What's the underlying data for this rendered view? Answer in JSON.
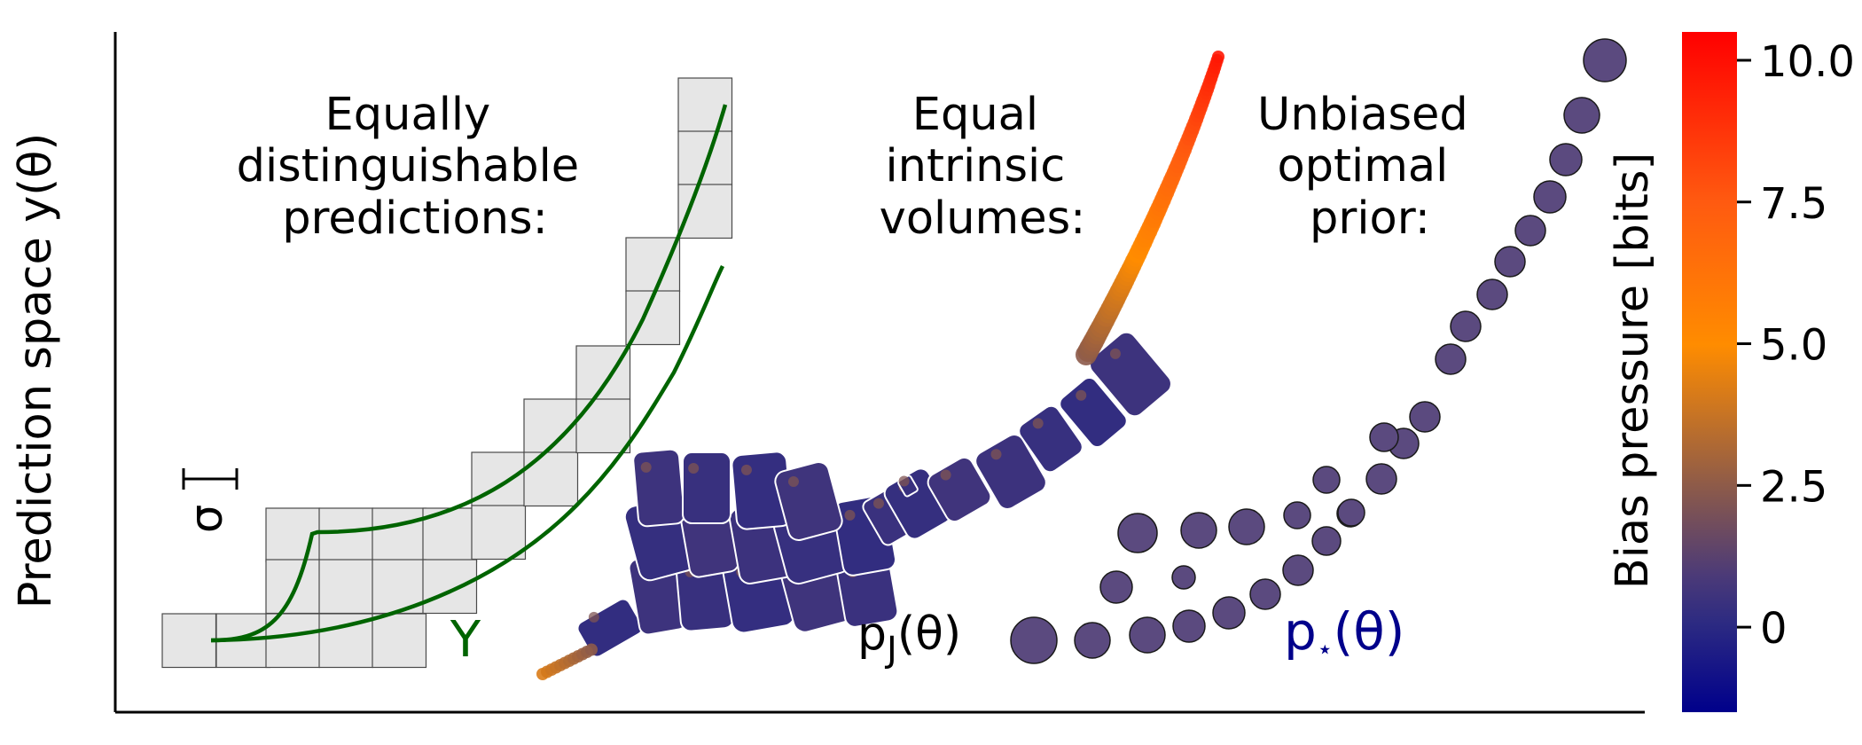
{
  "axes": {
    "ylabel": "Prediction space y(θ)"
  },
  "panels": {
    "left": {
      "title_lines": [
        "Equally",
        "distinguishable",
        "predictions:"
      ],
      "sigma_label": "σ",
      "curve_label": "Y",
      "curve_color": "#006400",
      "cell_fill": "#e6e6e6"
    },
    "middle": {
      "title_lines": [
        "Equal",
        "intrinsic",
        "volumes:"
      ],
      "density_label_main": "p",
      "density_label_sub": "J",
      "density_label_arg": "(θ)"
    },
    "right": {
      "title_lines": [
        "Unbiased",
        "optimal",
        "prior:"
      ],
      "density_label_main": "p",
      "density_label_sub": "⋆",
      "density_label_arg": "(θ)",
      "label_color": "#00008b",
      "dot_color": "#5b4a7f"
    }
  },
  "colorbar": {
    "label": "Bias pressure [bits]",
    "ticks": [
      "10.0",
      "7.5",
      "5.0",
      "2.5",
      "0"
    ],
    "tick_values": [
      10.0,
      7.5,
      5.0,
      2.5,
      0
    ],
    "range": [
      -1.5,
      10.5
    ],
    "colors": [
      "#00008b",
      "#4b3a78",
      "#8c5a4a",
      "#ff8c00",
      "#ff0000"
    ]
  }
}
